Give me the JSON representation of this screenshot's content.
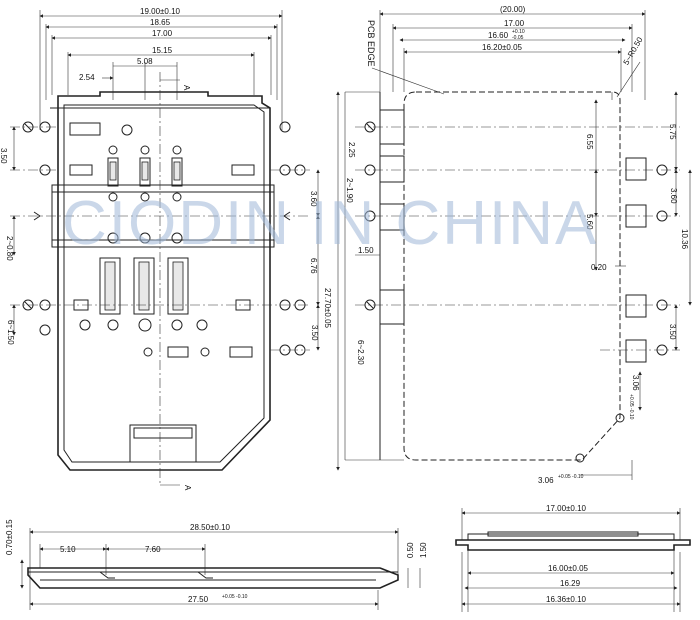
{
  "watermark": "CIODIN IN CHINA",
  "front_view": {
    "dims": {
      "overall_w": "19.00±0.10",
      "w2": "18.65",
      "w3": "17.00",
      "w4": "15.15",
      "pitch": "5.08",
      "offset": "2.54",
      "left_350": "3.50",
      "left_080": "2~0.80",
      "left_150": "6~1.50",
      "right_360": "3.60",
      "right_676": "6.76",
      "right_350": "3.50",
      "overall_h": "27.70±0.05"
    },
    "section_marks": [
      "A",
      "A"
    ]
  },
  "side_view": {
    "label_pcb": "PCB EDGE",
    "dims": {
      "top_20": "(20.00)",
      "top_17": "17.00",
      "top_1660": "16.60",
      "top_1660_tol_up": "+0.10",
      "top_1660_tol_dn": "-0.05",
      "top_1620": "16.20±0.05",
      "radius": "5~R0.50",
      "left_225": "2.25",
      "left_190": "2~1.90",
      "left_150": "1.50",
      "left_230": "6~2.30",
      "in_655": "6.55",
      "in_560": "5.60",
      "in_020": "0.20",
      "r_575": "5.75",
      "r_360": "3.60",
      "r_1036": "10.36",
      "r_350": "3.50",
      "r_306": "3.06",
      "r_306_tol": "+0.05 -0.10",
      "b_306": "3.06",
      "b_306_tol": "+0.05 -0.10"
    }
  },
  "bottom_left_view": {
    "dims": {
      "w_2850": "28.50±0.10",
      "w_2750": "27.50",
      "w_2750_tol": "+0.05 -0.10",
      "d_510": "5.10",
      "d_760": "7.60",
      "h_070": "0.70±0.15",
      "h_050": "0.50",
      "h_150": "1.50"
    }
  },
  "bottom_right_view": {
    "dims": {
      "w_1700": "17.00±0.10",
      "w_1600": "16.00±0.05",
      "w_1629": "16.29",
      "w_1636": "16.36±0.10"
    }
  }
}
